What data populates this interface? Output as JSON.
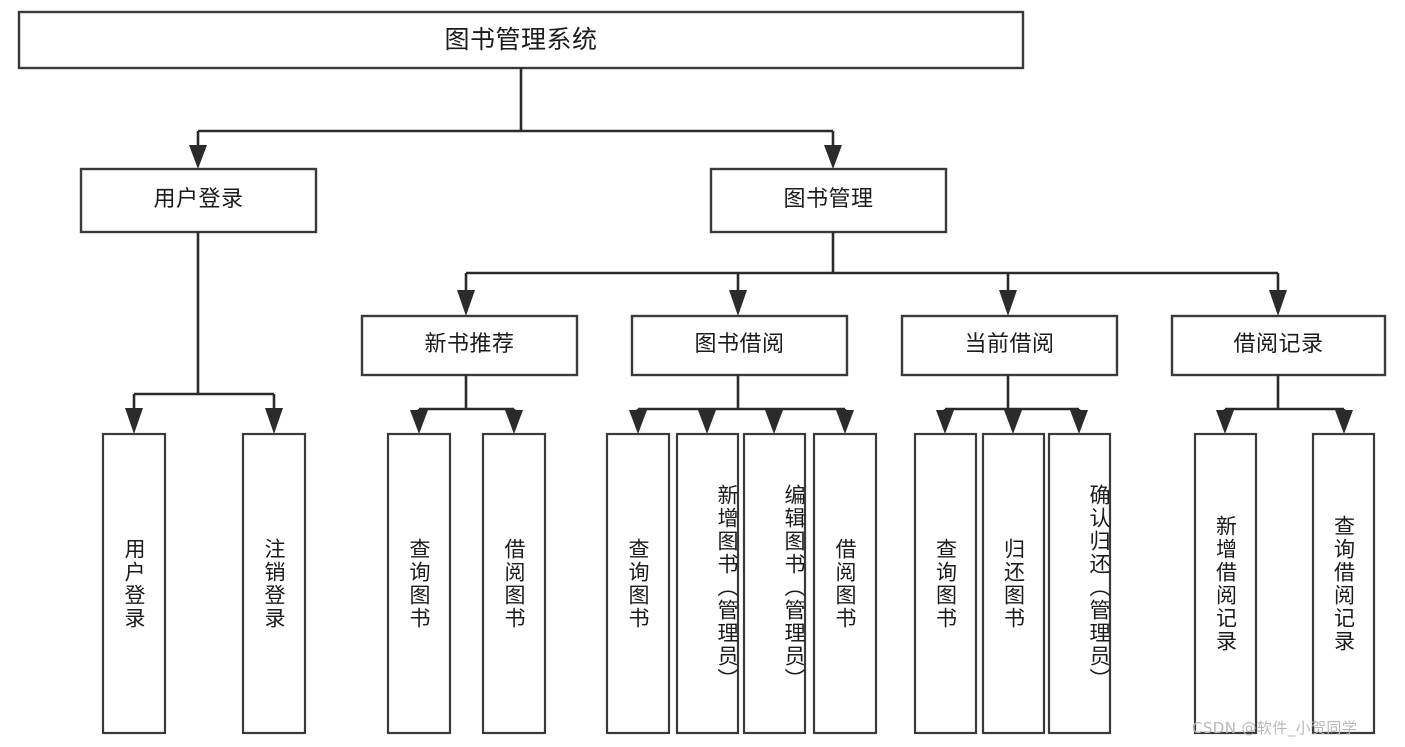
{
  "diagram": {
    "type": "hierarchy-tree",
    "title_node": {
      "label": "图书管理系统"
    },
    "level2": [
      {
        "label": "用户登录"
      },
      {
        "label": "图书管理"
      }
    ],
    "level3": [
      {
        "label": "新书推荐"
      },
      {
        "label": "图书借阅"
      },
      {
        "label": "当前借阅"
      },
      {
        "label": "借阅记录"
      }
    ],
    "leaves": {
      "user_login": [
        {
          "label": "用户登录"
        },
        {
          "label": "注销登录"
        }
      ],
      "new_book_recommend": [
        {
          "label": "查询图书"
        },
        {
          "label": "借阅图书"
        }
      ],
      "book_borrow": [
        {
          "label": "查询图书"
        },
        {
          "label": "新增图书（管理员）"
        },
        {
          "label": "编辑图书（管理员）"
        },
        {
          "label": "借阅图书"
        }
      ],
      "current_borrow": [
        {
          "label": "查询图书"
        },
        {
          "label": "归还图书"
        },
        {
          "label": "确认归还（管理员）"
        }
      ],
      "borrow_record": [
        {
          "label": "新增借阅记录"
        },
        {
          "label": "查询借阅记录"
        }
      ]
    }
  },
  "watermark": {
    "text": "CSDN @软件_小贺同学"
  },
  "colors": {
    "box_stroke": "#3a3a3a",
    "connector": "#2b2b2b",
    "background": "#ffffff",
    "text": "#1b1b1b",
    "watermark": "#b9b9b9"
  }
}
